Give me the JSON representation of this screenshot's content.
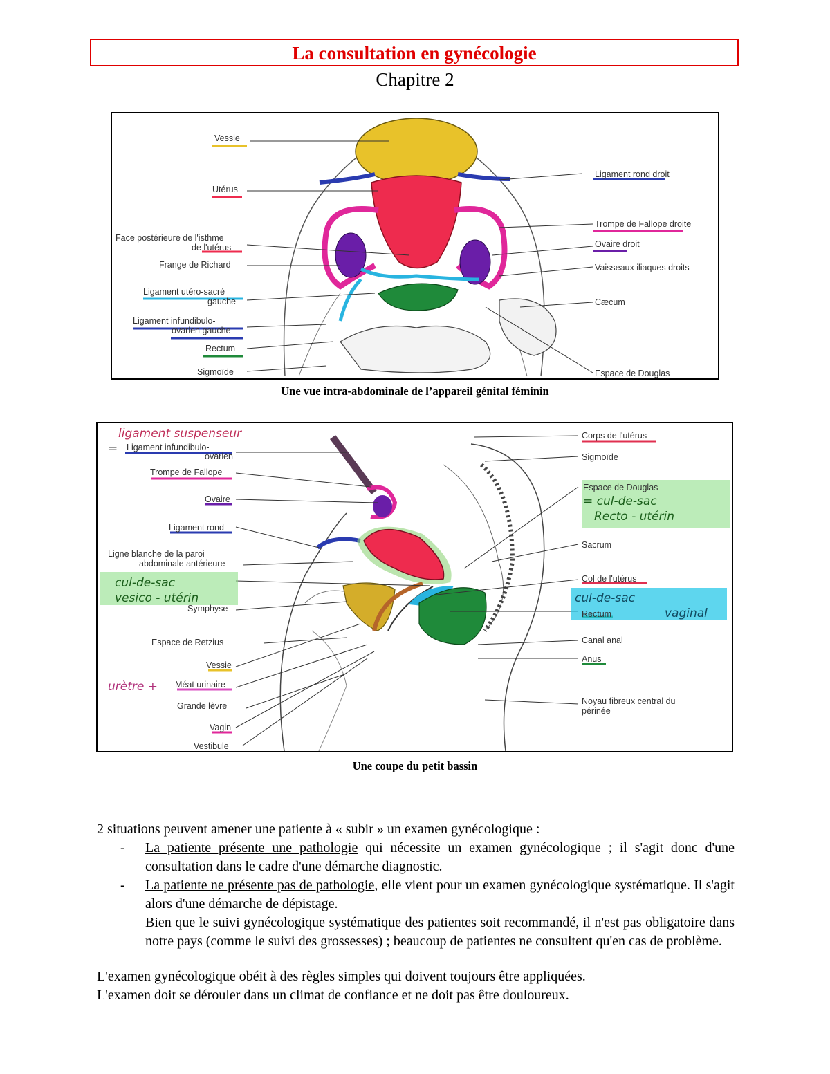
{
  "header": {
    "title": "La consultation en gynécologie",
    "chapter": "Chapitre 2"
  },
  "figure1": {
    "caption": "Une vue intra-abdominale de l’appareil génital féminin",
    "left_labels": [
      "Vessie",
      "Utérus",
      "Face postérieure de l'isthme",
      "de l'utérus",
      "Frange de Richard",
      "Ligament utéro-sacré",
      "gauche",
      "Ligament infundibulo-",
      "ovarien gauche",
      "Rectum",
      "Sigmoïde"
    ],
    "right_labels": [
      "Ligament rond droit",
      "Trompe de Fallope droite",
      "Ovaire droit",
      "Vaisseaux iliaques droits",
      "Cæcum",
      "Espace de Douglas"
    ]
  },
  "figure2": {
    "caption": "Une coupe du petit bassin",
    "left_labels": [
      "Ligament infundibulo-",
      "ovarien",
      "Trompe de Fallope",
      "Ovaire",
      "Ligament rond",
      "Ligne blanche de la paroi",
      "abdominale antérieure",
      "Symphyse",
      "Espace de Retzius",
      "Vessie",
      "Méat urinaire",
      "Grande lèvre",
      "Vagin",
      "Vestibule"
    ],
    "right_labels": [
      "Corps de l'utérus",
      "Sigmoïde",
      "Espace de Douglas",
      "Sacrum",
      "Col de l'utérus",
      "Rectum",
      "Canal anal",
      "Anus",
      "Noyau fibreux central du",
      "périnée"
    ],
    "handwritten": [
      "ligament suspenseur",
      "=",
      "= cul-de-sac",
      "Recto - utérin",
      "cul-de-sac",
      "vesico - utérin",
      "cul-de-sac",
      "vaginal",
      "urètre +"
    ]
  },
  "body": {
    "intro": "2 situations peuvent amener une patiente à « subir » un examen gynécologique :",
    "bullet1_underlined": "La patiente présente une pathologie",
    "bullet1_rest": " qui nécessite un examen gynécologique ; il s'agit donc d'une consultation dans le cadre d'une démarche diagnostic.",
    "bullet2_underlined": "La patiente ne présente pas de pathologie",
    "bullet2_rest": ", elle vient pour un examen gynécologique systématique. Il s'agit alors d'une démarche de dépistage.",
    "bullet2_extra": "Bien que le suivi gynécologique systématique des patientes soit recommandé, il n'est pas obligatoire dans notre pays (comme le suivi des grossesses) ; beaucoup de patientes ne consultent qu'en cas de problème.",
    "closing1": "L'examen gynécologique obéit à des règles simples qui doivent toujours être appliquées.",
    "closing2": "L'examen doit se dérouler dans un climat de confiance et ne doit pas être douloureux.",
    "dash": "-"
  },
  "colors": {
    "title_red": "#e00000",
    "bladder_yellow": "#e8c22a",
    "uterus_red": "#ee2b4e",
    "ovary_purple": "#6a1ea8",
    "tube_pink": "#e0279a",
    "ligament_blue": "#2a3bb0",
    "douglas_cyan": "#28b4e0",
    "rectum_green": "#1f8a3a"
  }
}
